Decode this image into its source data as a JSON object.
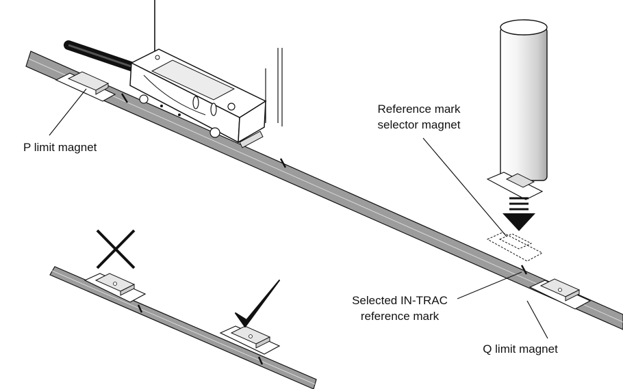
{
  "labels": {
    "p_limit": "P limit magnet",
    "ref_selector_line1": "Reference mark",
    "ref_selector_line2": "selector magnet",
    "selected_line1": "Selected IN-TRAC",
    "selected_line2": "reference mark",
    "q_limit": "Q limit magnet"
  },
  "symbols": {
    "wrong": "cross-mark-icon",
    "right": "check-mark-icon"
  },
  "colors": {
    "scale_tape": "#9c9c9c",
    "line": "#111111",
    "magnet": "#f2f2f2",
    "magnet_shade": "#c8c8c8"
  }
}
